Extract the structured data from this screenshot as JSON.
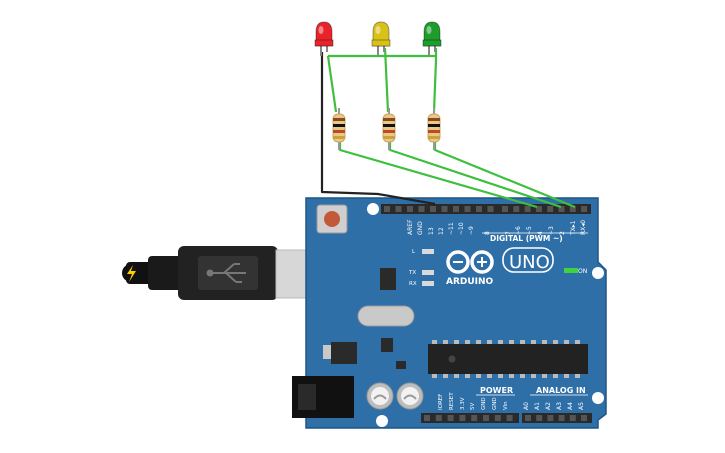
{
  "board": {
    "brand": "ARDUINO",
    "model": "UNO",
    "digital_label": "DIGITAL (PWM ~)",
    "power_label": "POWER",
    "analog_label": "ANALOG IN",
    "aref_label": "AREF",
    "gnd_label": "GND",
    "on_label": "ON",
    "led_l_label": "L",
    "tx_label": "TX",
    "rx_label": "RX",
    "digital_pins": [
      "13",
      "12",
      "~11",
      "~10",
      "~9",
      "8",
      "7",
      "~6",
      "~5",
      "4",
      "~3",
      "2",
      "TX▸1",
      "RX◂0"
    ],
    "power_pins": [
      "IOREF",
      "RESET",
      "3.3V",
      "5V",
      "GND",
      "GND",
      "Vin"
    ],
    "analog_pins": [
      "A0",
      "A1",
      "A2",
      "A3",
      "A4",
      "A5"
    ]
  },
  "components": {
    "leds": [
      "red",
      "yellow",
      "green"
    ],
    "led_colors": [
      "#e8242b",
      "#d8c21a",
      "#1e9c2c"
    ],
    "resistor_count": 3,
    "wire_color": "#3fbf3f",
    "ground_wire_color": "#222222"
  }
}
